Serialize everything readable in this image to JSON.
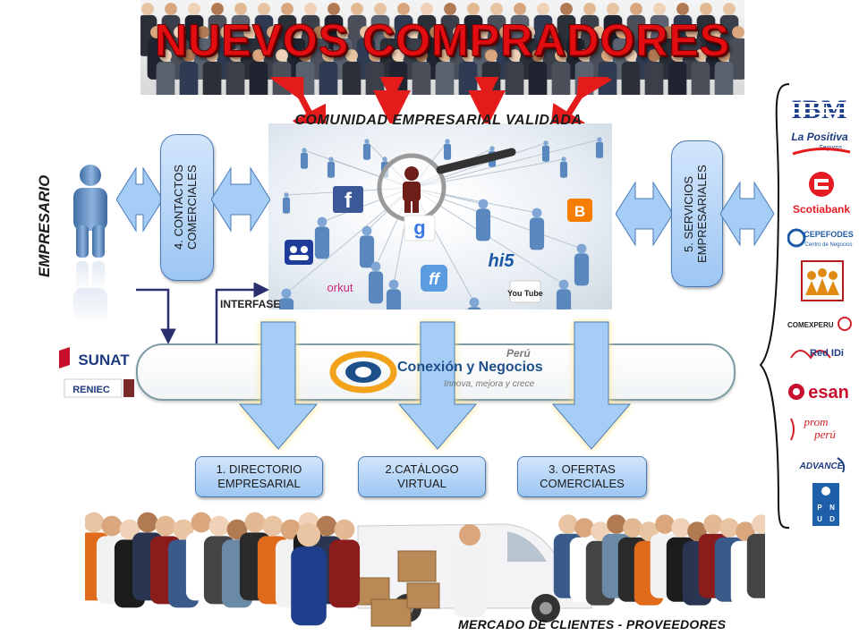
{
  "title": "NUEVOS COMPRADORES",
  "community_label": "COMUNIDAD EMPRESARIAL VALIDADA",
  "left_actor_label": "EMPRESARIO",
  "interface_label": "INTERFASE",
  "vertical_boxes": {
    "contactos": "4. CONTACTOS COMERCIALES",
    "servicios": "5. SERVICIOS EMPRESARIALES"
  },
  "brand": {
    "country": "Perú",
    "name": "Conexión y Negocios",
    "tagline": "Innova, mejora y crece"
  },
  "bottom_boxes": [
    {
      "line1": "1. DIRECTORIO",
      "line2": "EMPRESARIAL"
    },
    {
      "line1": "2.CATÁLOGO",
      "line2": "VIRTUAL"
    },
    {
      "line1": "3. OFERTAS",
      "line2": "COMERCIALES"
    }
  ],
  "left_logos": {
    "sunat": "SUNAT",
    "reniec": "RENIEC"
  },
  "social_logos": {
    "facebook": "f",
    "hi5": "hi5",
    "orkut": "orkut",
    "youtube": "You Tube",
    "friendfeed": "ff",
    "blogger": "B"
  },
  "partner_logos": {
    "ibm": "IBM",
    "lapositiva": "La Positiva",
    "lapositiva_sub": "Seguros",
    "scotiabank": "Scotiabank",
    "cepefodes": "CEPEFODES",
    "cepefodes_sub": "Centro de Negocios",
    "comexperu": "COMEXPERU",
    "redidi": "Red IDi",
    "esan": "esan",
    "promperu_a": "prom",
    "promperu_b": "perú",
    "advance": "ADVANCE",
    "pnud": [
      "P",
      "N",
      "U",
      "D"
    ]
  },
  "market_label": "MERCADO DE  CLIENTES - PROVEEDORES",
  "colors": {
    "title_red": "#e10d10",
    "pill_blue": "#a9cdf6",
    "arrow_blue": "#a6cdf5",
    "arrow_red": "#e41b1b",
    "dashed_navy": "#2a2f6e"
  },
  "icons": [
    "person-figure-icon",
    "magnifier-icon",
    "google-icon"
  ]
}
